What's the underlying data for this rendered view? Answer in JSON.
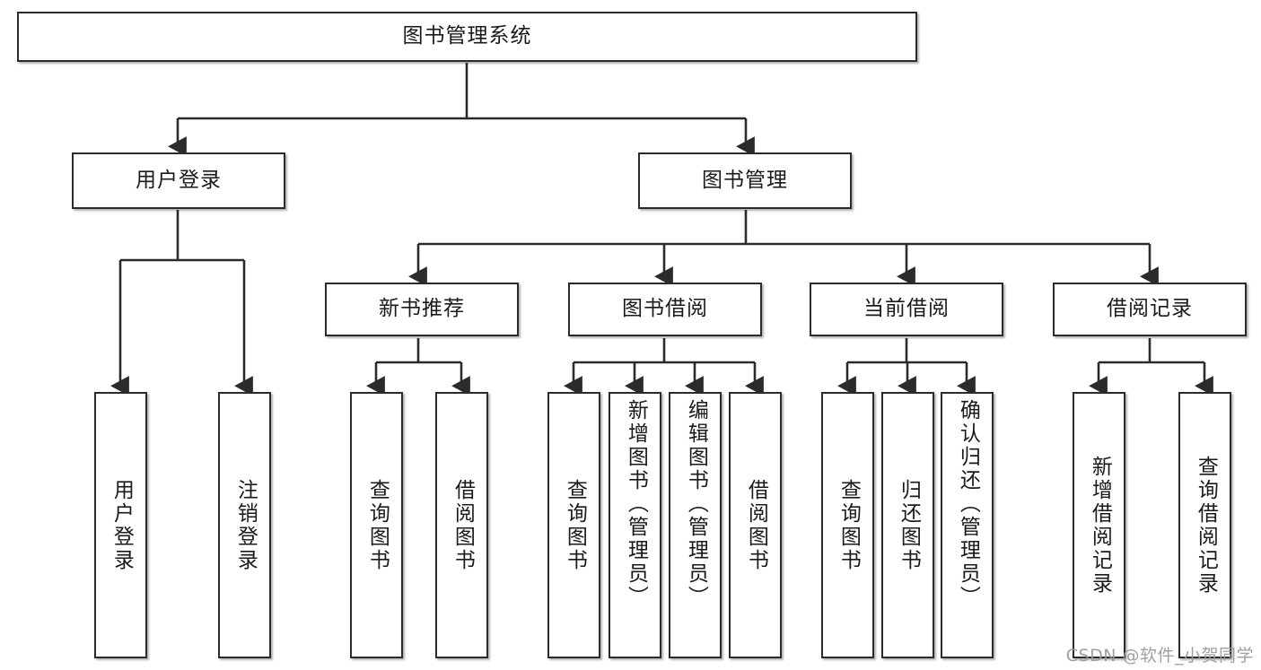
{
  "diagram": {
    "type": "tree",
    "title": "图书管理系统",
    "line_color": "#2b2b2b",
    "box_fill": "#ffffff",
    "text_color": "#1a1a1a",
    "watermark": "CSDN @软件_小贺同学",
    "root": {
      "label": "图书管理系统"
    },
    "level1": [
      {
        "label": "用户登录"
      },
      {
        "label": "图书管理"
      }
    ],
    "level2": [
      {
        "label": "新书推荐"
      },
      {
        "label": "图书借阅"
      },
      {
        "label": "当前借阅"
      },
      {
        "label": "借阅记录"
      }
    ],
    "leaves": {
      "user_login": [
        {
          "label": "用户登录"
        },
        {
          "label": "注销登录"
        }
      ],
      "new_book": [
        {
          "label": "查询图书"
        },
        {
          "label": "借阅图书"
        }
      ],
      "book_borrow": [
        {
          "label": "查询图书"
        },
        {
          "label": "新增图书（管理员）"
        },
        {
          "label": "编辑图书（管理员）"
        },
        {
          "label": "借阅图书"
        }
      ],
      "current_borrow": [
        {
          "label": "查询图书"
        },
        {
          "label": "归还图书"
        },
        {
          "label": "确认归还（管理员）"
        }
      ],
      "borrow_record": [
        {
          "label": "新增借阅记录"
        },
        {
          "label": "查询借阅记录"
        }
      ]
    }
  }
}
